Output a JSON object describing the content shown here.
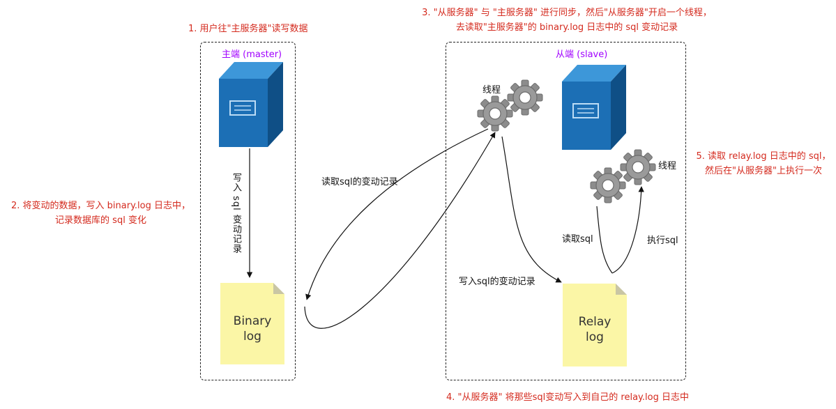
{
  "step1": "1. 用户往\"主服务器\"读写数据",
  "step2": {
    "line1": "2. 将变动的数据，写入 binary.log 日志中，",
    "line2": "记录数据库的 sql 变化"
  },
  "step3": {
    "line1": "3. \"从服务器\" 与 \"主服务器\" 进行同步，然后\"从服务器\"开启一个线程，",
    "line2": "去读取\"主服务器\"的 binary.log 日志中的 sql 变动记录"
  },
  "step4": "4. \"从服务器\" 将那些sql变动写入到自己的 relay.log 日志中",
  "step5": {
    "line1": "5. 读取 relay.log 日志中的 sql，",
    "line2": "然后在\"从服务器\"上执行一次"
  },
  "master": {
    "title": "主端 (master)",
    "write_label": "写入 sql 变动记录",
    "binlog": {
      "line1": "Binary",
      "line2": "log"
    }
  },
  "slave": {
    "title": "从端 (slave)",
    "thread1_label": "线程",
    "thread2_label": "线程",
    "read_remote_label": "读取sql的变动记录",
    "write_relay_label": "写入sql的变动记录",
    "read_sql_label": "读取sql",
    "exec_sql_label": "执行sql",
    "relaylog": {
      "line1": "Relay",
      "line2": "log"
    }
  },
  "colors": {
    "step_text": "#d42a1e",
    "box_title": "#a100ff",
    "server_blue": "#1c6fb5",
    "log_yellow": "#fbf6a6"
  },
  "icons": [
    "server-icon",
    "gear-icon",
    "document-icon",
    "arrow"
  ]
}
